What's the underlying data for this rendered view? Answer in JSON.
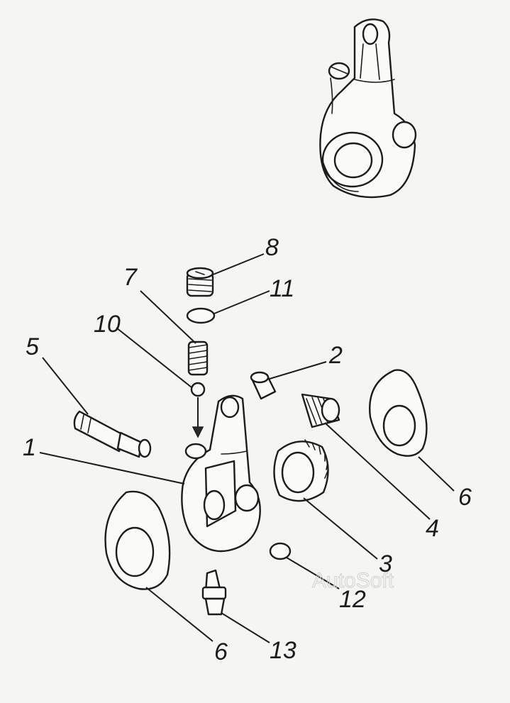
{
  "callouts": [
    {
      "id": "c8",
      "text": "8"
    },
    {
      "id": "c7",
      "text": "7"
    },
    {
      "id": "c11",
      "text": "11"
    },
    {
      "id": "c10",
      "text": "10"
    },
    {
      "id": "c5",
      "text": "5"
    },
    {
      "id": "c2",
      "text": "2"
    },
    {
      "id": "c1",
      "text": "1"
    },
    {
      "id": "c6a",
      "text": "6"
    },
    {
      "id": "c4",
      "text": "4"
    },
    {
      "id": "c3",
      "text": "3"
    },
    {
      "id": "c12",
      "text": "12"
    },
    {
      "id": "c13",
      "text": "13"
    },
    {
      "id": "c6b",
      "text": "6"
    }
  ],
  "watermark": "AutoSoft"
}
